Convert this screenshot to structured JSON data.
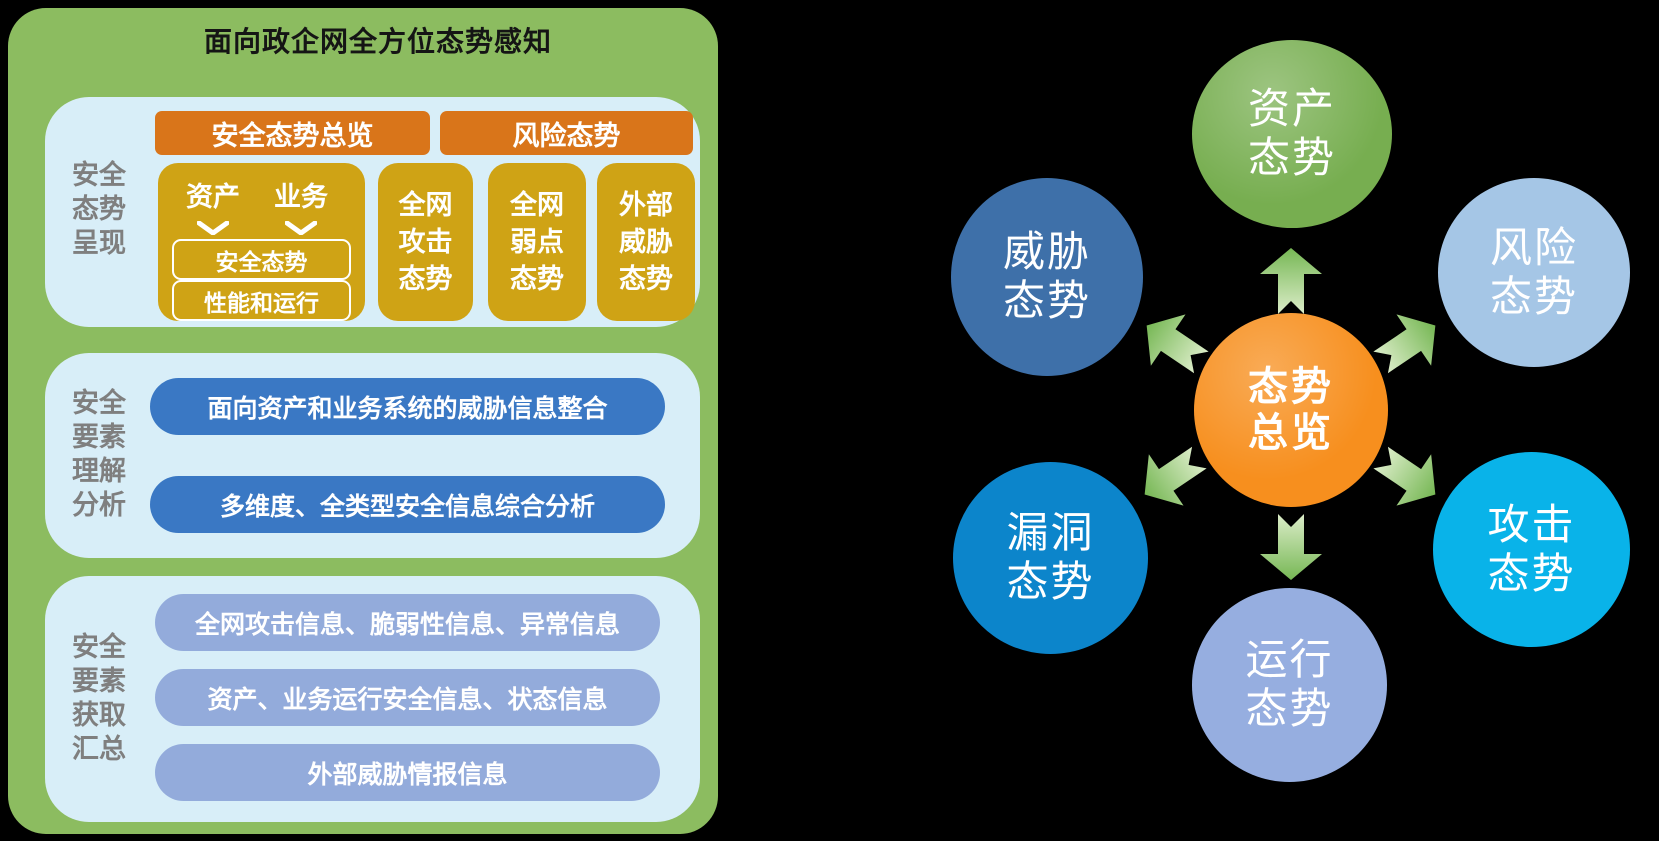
{
  "palette": {
    "background": "#000000",
    "panel_green": "#8CBC60",
    "section_bg": "#D8EEF8",
    "header_orange": "#D9751A",
    "gold": "#CFA315",
    "label_gray": "#7F7F7F",
    "bar_blue": "#3A78C4",
    "bar_periwinkle": "#93ABDB",
    "arrow_green": "#8CC36C",
    "title_black": "#151515"
  },
  "left_panel": {
    "title": "面向政企网全方位态势感知",
    "sections": [
      {
        "label_lines": [
          "安全",
          "态势",
          "呈现"
        ],
        "headers": [
          "安全态势总览",
          "风险态势"
        ],
        "asset_box": {
          "top_items": [
            "资产",
            "业务"
          ],
          "sub_boxes": [
            "安全态势",
            "性能和运行"
          ]
        },
        "pillars": [
          [
            "全网",
            "攻击",
            "态势"
          ],
          [
            "全网",
            "弱点",
            "态势"
          ],
          [
            "外部",
            "威胁",
            "态势"
          ]
        ]
      },
      {
        "label_lines": [
          "安全",
          "要素",
          "理解",
          "分析"
        ],
        "bars": [
          "面向资产和业务系统的威胁信息整合",
          "多维度、全类型安全信息综合分析"
        ]
      },
      {
        "label_lines": [
          "安全",
          "要素",
          "获取",
          "汇总"
        ],
        "bars": [
          "全网攻击信息、脆弱性信息、异常信息",
          "资产、业务运行安全信息、状态信息",
          "外部威胁情报信息"
        ]
      }
    ]
  },
  "diagram": {
    "center": {
      "lines": [
        "态势",
        "总览"
      ],
      "color": "#F78F1E"
    },
    "nodes": [
      {
        "id": "asset",
        "lines": [
          "资产",
          "态势"
        ],
        "color": "#77AE50"
      },
      {
        "id": "threat",
        "lines": [
          "威胁",
          "态势"
        ],
        "color": "#3E70A9"
      },
      {
        "id": "risk",
        "lines": [
          "风险",
          "态势"
        ],
        "color": "#A5C6E6"
      },
      {
        "id": "vuln",
        "lines": [
          "漏洞",
          "态势"
        ],
        "color": "#0C85CB"
      },
      {
        "id": "attack",
        "lines": [
          "攻击",
          "态势"
        ],
        "color": "#09B3E9"
      },
      {
        "id": "operation",
        "lines": [
          "运行",
          "态势"
        ],
        "color": "#96AEE0"
      }
    ]
  }
}
